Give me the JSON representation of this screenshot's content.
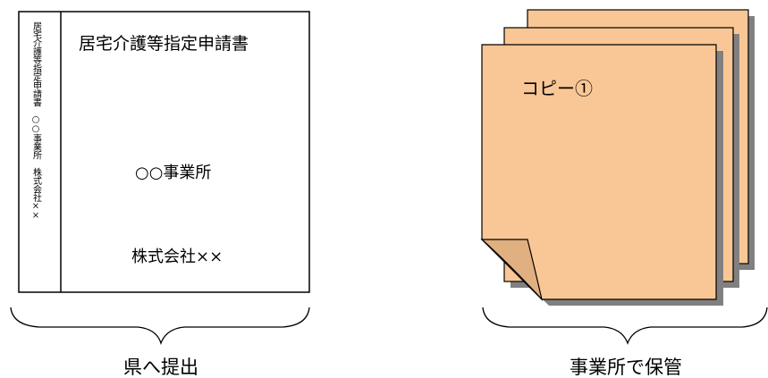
{
  "document": {
    "spine_text": "居宅介護等指定申請書　○○事業所　株式会社××",
    "title": "居宅介護等指定申請書",
    "office": "○○事業所",
    "company": "株式会社××",
    "caption": "県へ提出"
  },
  "copies": {
    "label": "コピー①",
    "caption": "事業所で保管",
    "colors": {
      "paper_fill": "#f9c795",
      "shadow": "#808080",
      "outline": "#000000"
    }
  }
}
